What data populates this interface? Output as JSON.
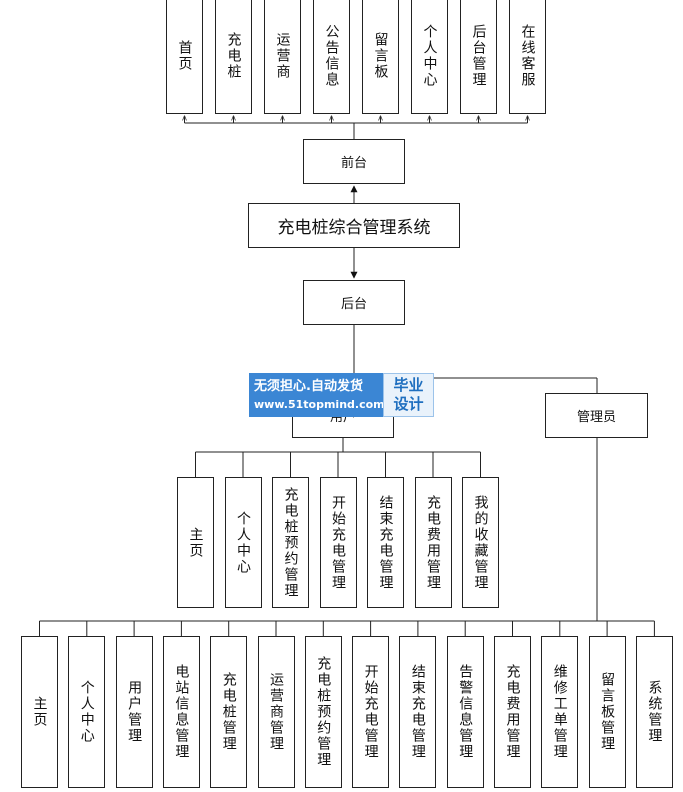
{
  "system_title": "充电桩综合管理系统",
  "frontend": {
    "label": "前台",
    "children": [
      "首页",
      "充电桩",
      "运营商",
      "公告信息",
      "留言板",
      "个人中心",
      "后台管理",
      "在线客服"
    ]
  },
  "backend": {
    "label": "后台"
  },
  "user_role": {
    "label": "用户",
    "children": [
      "主页",
      "个人中心",
      "充电桩预约管理",
      "开始充电管理",
      "结束充电管理",
      "充电费用管理",
      "我的收藏管理"
    ]
  },
  "admin_role": {
    "label": "管理员",
    "children": [
      "主页",
      "个人中心",
      "用户管理",
      "电站信息管理",
      "充电桩管理",
      "运营商管理",
      "充电桩预约管理",
      "开始充电管理",
      "结束充电管理",
      "告警信息管理",
      "充电费用管理",
      "维修工单管理",
      "留言板管理",
      "系统管理"
    ]
  },
  "watermark": {
    "line1": "无须担心.自动发货",
    "line2": "www.51topmind.com",
    "badge_line1": "毕业",
    "badge_line2": "设计"
  },
  "colors": {
    "line": "#222222",
    "watermark_blue": "#3b86d4"
  }
}
